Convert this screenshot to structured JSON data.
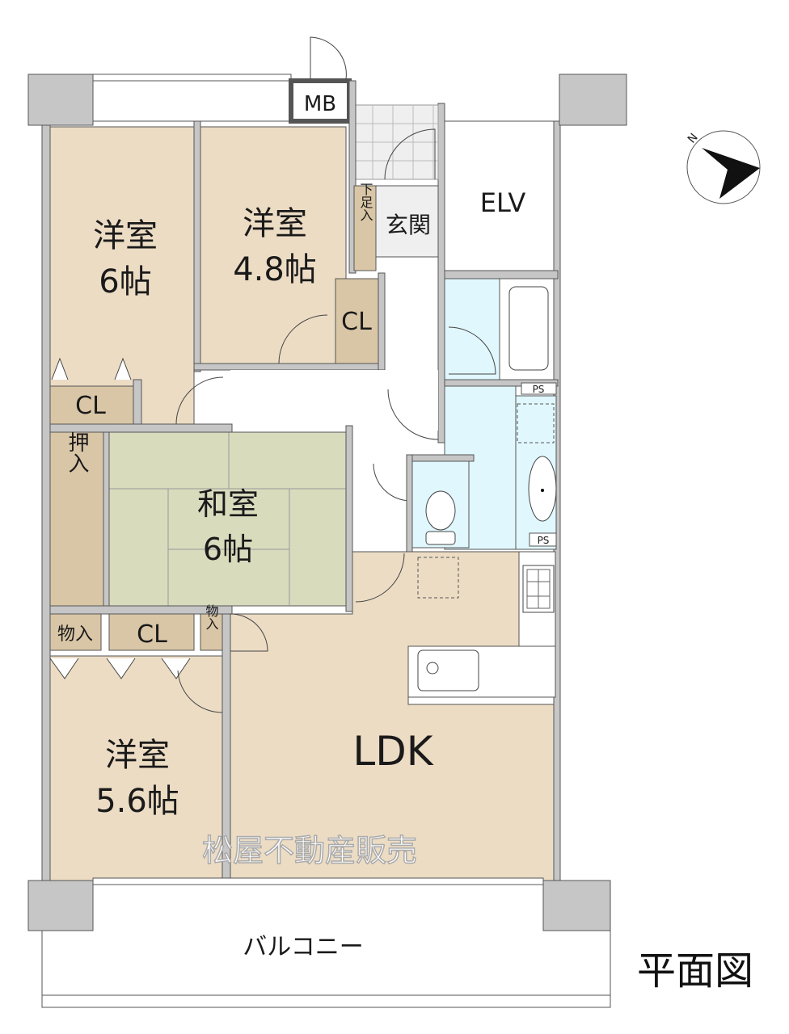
{
  "rooms": {
    "western1": {
      "name": "洋室",
      "size": "6帖"
    },
    "western2": {
      "name": "洋室",
      "size": "4.8帖"
    },
    "western3": {
      "name": "洋室",
      "size": "5.6帖"
    },
    "japanese": {
      "name": "和室",
      "size": "6帖"
    },
    "ldk": {
      "name": "LDK"
    },
    "entrance": {
      "name": "玄関"
    },
    "shoe_storage": {
      "name": "下足入"
    },
    "elevator": {
      "name": "ELV"
    },
    "meter_box": {
      "name": "MB"
    },
    "closet1": {
      "name": "CL"
    },
    "closet2": {
      "name": "CL"
    },
    "closet3": {
      "name": "CL"
    },
    "oshiire": {
      "name": "押入"
    },
    "storage1": {
      "name": "物入"
    },
    "storage2": {
      "name": "物入"
    },
    "ps1": {
      "name": "PS"
    },
    "ps2": {
      "name": "PS"
    },
    "balcony": {
      "name": "バルコニー"
    }
  },
  "watermark": "松屋不動産販売",
  "title": "平面図",
  "compass": {
    "label": "N"
  },
  "colors": {
    "flooring": "#ecdcc4",
    "closet": "#d9c6a6",
    "tatami": "#d9dbbd",
    "wet_area": "#e0f7fd",
    "wall": "#c6c6c6",
    "entrance": "#efefef"
  }
}
